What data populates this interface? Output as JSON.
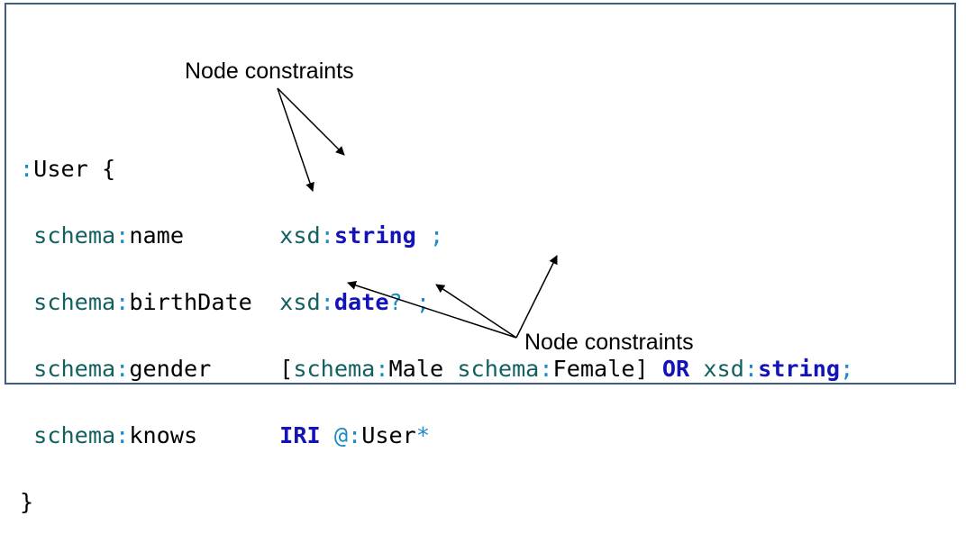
{
  "labels": {
    "top": "Node constraints",
    "bottom": "Node constraints"
  },
  "code": {
    "line1": {
      "colon": ":",
      "name": "User",
      "brace": " {"
    },
    "line2": {
      "prefix": "schema",
      "colon": ":",
      "local": "name",
      "value_prefix": "xsd",
      "value_colon": ":",
      "value_kw": "string",
      "end": " ;"
    },
    "line3": {
      "prefix": "schema",
      "colon": ":",
      "local": "birthDate",
      "value_prefix": "xsd",
      "value_colon": ":",
      "value_kw": "date",
      "card": "?",
      "end": " ;"
    },
    "line4": {
      "prefix": "schema",
      "colon": ":",
      "local": "gender",
      "open": "[",
      "v1_prefix": "schema",
      "v1_colon": ":",
      "v1_local": "Male",
      "v2_prefix": "schema",
      "v2_colon": ":",
      "v2_local": "Female",
      "close": "]",
      "or_kw": "OR",
      "v3_prefix": "xsd",
      "v3_colon": ":",
      "v3_kw": "string",
      "end": ";"
    },
    "line5": {
      "prefix": "schema",
      "colon": ":",
      "local": "knows",
      "iri_kw": "IRI",
      "at": "@",
      "ref_colon": ":",
      "ref_local": "User",
      "card": "*"
    },
    "line6": {
      "close_brace": "}"
    }
  },
  "colors": {
    "frame": "#3f5e82",
    "prefix": "#136060",
    "separator": "#1a8ac8",
    "keyword": "#1313b8"
  }
}
